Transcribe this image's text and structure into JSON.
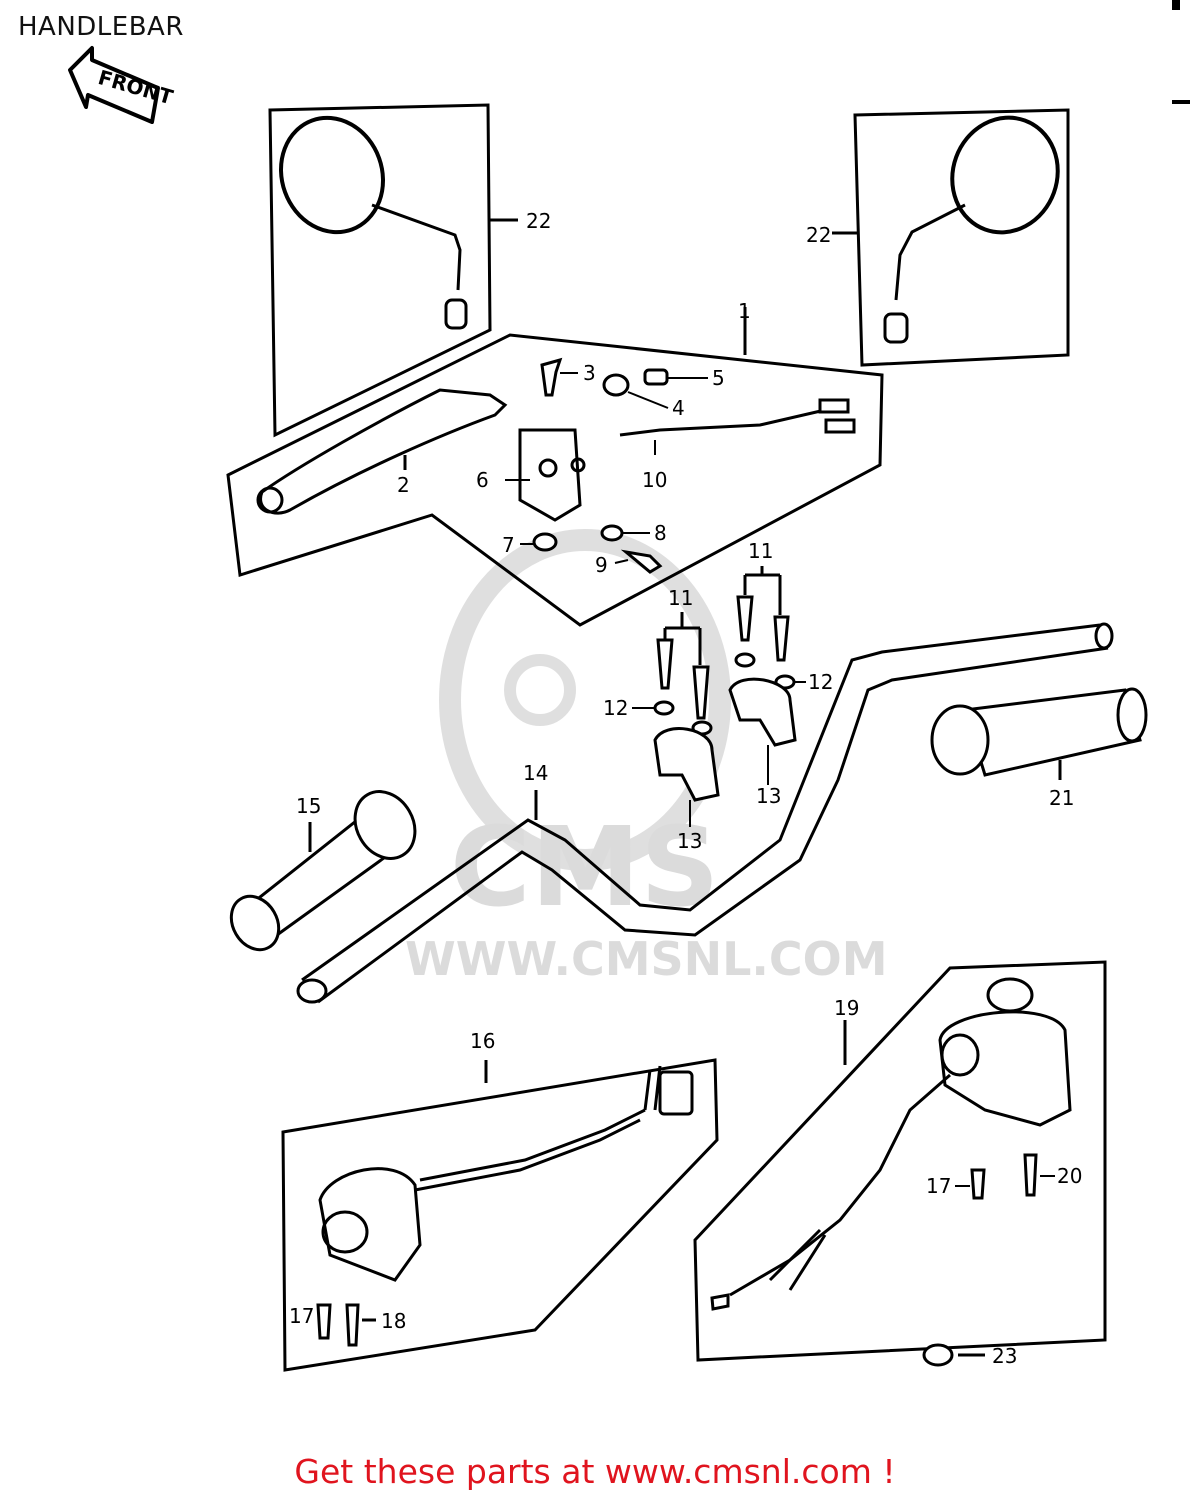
{
  "page": {
    "title": "HANDLEBAR"
  },
  "front_arrow": {
    "label": "FRONT"
  },
  "watermark": {
    "brand": "CMS",
    "url": "WWW.CMSNL.COM"
  },
  "callouts": [
    {
      "id": "c1",
      "text": "1"
    },
    {
      "id": "c2",
      "text": "2"
    },
    {
      "id": "c3",
      "text": "3"
    },
    {
      "id": "c4",
      "text": "4"
    },
    {
      "id": "c5",
      "text": "5"
    },
    {
      "id": "c6",
      "text": "6"
    },
    {
      "id": "c7",
      "text": "7"
    },
    {
      "id": "c8",
      "text": "8"
    },
    {
      "id": "c9",
      "text": "9"
    },
    {
      "id": "c10",
      "text": "10"
    },
    {
      "id": "c11a",
      "text": "11"
    },
    {
      "id": "c11b",
      "text": "11"
    },
    {
      "id": "c12a",
      "text": "12"
    },
    {
      "id": "c12b",
      "text": "12"
    },
    {
      "id": "c13a",
      "text": "13"
    },
    {
      "id": "c13b",
      "text": "13"
    },
    {
      "id": "c14",
      "text": "14"
    },
    {
      "id": "c15",
      "text": "15"
    },
    {
      "id": "c16",
      "text": "16"
    },
    {
      "id": "c17a",
      "text": "17"
    },
    {
      "id": "c17b",
      "text": "17"
    },
    {
      "id": "c18",
      "text": "18"
    },
    {
      "id": "c19",
      "text": "19"
    },
    {
      "id": "c20",
      "text": "20"
    },
    {
      "id": "c21",
      "text": "21"
    },
    {
      "id": "c22a",
      "text": "22"
    },
    {
      "id": "c22b",
      "text": "22"
    },
    {
      "id": "c23",
      "text": "23"
    }
  ],
  "footer": {
    "text": "Get these parts at www.cmsnl.com !",
    "color": "#e0141e"
  }
}
